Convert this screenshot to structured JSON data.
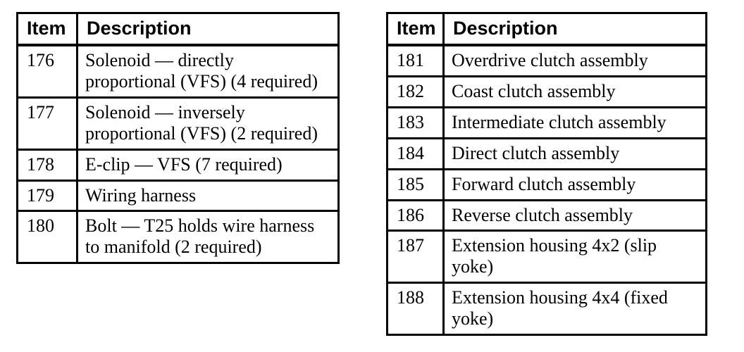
{
  "page": {
    "background_color": "#ffffff",
    "text_color": "#000000",
    "border_color": "#000000"
  },
  "tables": [
    {
      "id": "parts-table-left",
      "headers": [
        "Item",
        "Description"
      ],
      "rows": [
        {
          "item": "176",
          "description": "Solenoid — directly proportional (VFS) (4 required)"
        },
        {
          "item": "177",
          "description": "Solenoid — inversely proportional (VFS) (2 required)"
        },
        {
          "item": "178",
          "description": "E-clip — VFS (7 required)"
        },
        {
          "item": "179",
          "description": "Wiring harness"
        },
        {
          "item": "180",
          "description": "Bolt — T25 holds wire harness to manifold (2 required)"
        }
      ]
    },
    {
      "id": "parts-table-right",
      "headers": [
        "Item",
        "Description"
      ],
      "rows": [
        {
          "item": "181",
          "description": "Overdrive clutch assembly"
        },
        {
          "item": "182",
          "description": "Coast clutch assembly"
        },
        {
          "item": "183",
          "description": "Intermediate clutch assembly"
        },
        {
          "item": "184",
          "description": "Direct clutch assembly"
        },
        {
          "item": "185",
          "description": "Forward clutch assembly"
        },
        {
          "item": "186",
          "description": "Reverse clutch assembly"
        },
        {
          "item": "187",
          "description": "Extension housing 4x2 (slip yoke)"
        },
        {
          "item": "188",
          "description": "Extension housing 4x4 (fixed yoke)"
        }
      ]
    }
  ]
}
